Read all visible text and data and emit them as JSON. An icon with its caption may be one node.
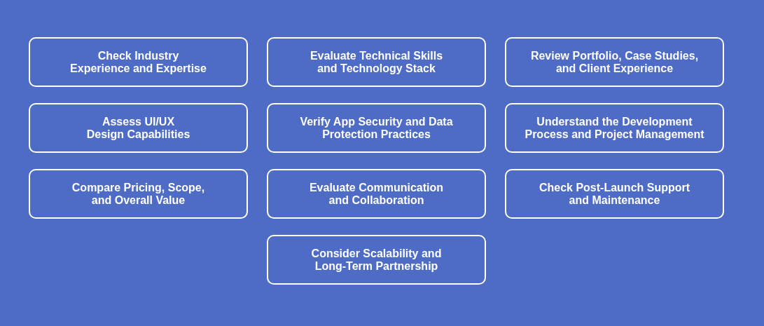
{
  "diagram": {
    "nodes": [
      {
        "text": [
          "Check Industry Experience and Expertise"
        ]
      },
      {
        "text": [
          "Evaluate Technical Skills and Technology Stack"
        ]
      },
      {
        "text": [
          "Review Portfolio, Case Studies, and Client Experience"
        ]
      },
      {
        "text": [
          "Assess UI/UX Design Capabilities"
        ]
      },
      {
        "text": [
          "Verify App Security and Data Protection Practices"
        ]
      },
      {
        "text": [
          "Understand the Development Process and Project Management"
        ]
      },
      {
        "text": [
          "Compare Pricing, Scope, and Overall Value"
        ]
      },
      {
        "text": [
          "Evaluate Communication and Collaboration"
        ]
      },
      {
        "text": [
          "Check Post-Launch Support and Maintenance"
        ]
      },
      {
        "text": [
          "Consider Scalability and Long-Term Partnership"
        ]
      }
    ]
  }
}
